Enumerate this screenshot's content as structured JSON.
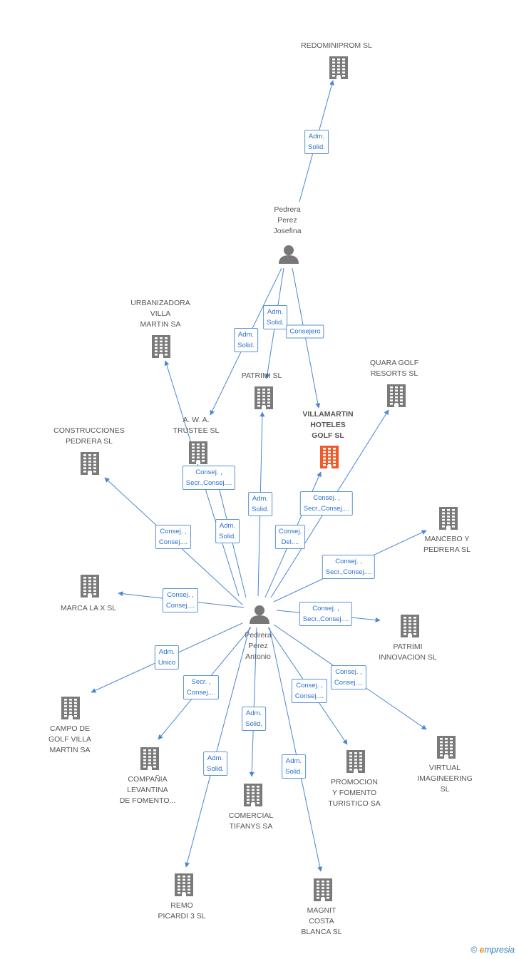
{
  "colors": {
    "edge": "#4a86d4",
    "building": "#7a7a7a",
    "highlight": "#f15a29",
    "person": "#777777"
  },
  "nodes": [
    {
      "id": "redominiprom",
      "type": "company",
      "label": "REDOMINIPROM SL"
    },
    {
      "id": "josefina",
      "type": "person",
      "label": "Pedrera\nPerez\nJosefina"
    },
    {
      "id": "urbanizadora",
      "type": "company",
      "label": "URBANIZADORA\nVILLA\nMARTIN SA"
    },
    {
      "id": "patrimi",
      "type": "company",
      "label": "PATRIMI SL"
    },
    {
      "id": "quara",
      "type": "company",
      "label": "QUARA GOLF\nRESORTS SL"
    },
    {
      "id": "villamartin",
      "type": "company",
      "highlight": true,
      "label": "VILLAMARTIN\nHOTELES\nGOLF SL"
    },
    {
      "id": "awa",
      "type": "company",
      "label": "A. W. A.\nTRUSTEE SL"
    },
    {
      "id": "construcciones",
      "type": "company",
      "label": "CONSTRUCCIONES\nPEDRERA SL"
    },
    {
      "id": "mancebo",
      "type": "company",
      "label": "MANCEBO Y\nPEDRERA  SL"
    },
    {
      "id": "marca",
      "type": "company",
      "label": "MARCA LA X  SL"
    },
    {
      "id": "antonio",
      "type": "person",
      "label": "Pedrera\nPerez\nAntonio"
    },
    {
      "id": "patrimi_innov",
      "type": "company",
      "label": "PATRIMI\nINNOVACION  SL"
    },
    {
      "id": "campo",
      "type": "company",
      "label": "CAMPO DE\nGOLF VILLA\nMARTIN SA"
    },
    {
      "id": "virtual",
      "type": "company",
      "label": "VIRTUAL\nIMAGINEERING\nSL"
    },
    {
      "id": "compania",
      "type": "company",
      "label": "COMPAÑIA\nLEVANTINA\nDE FOMENTO..."
    },
    {
      "id": "promocion",
      "type": "company",
      "label": "PROMOCION\nY FOMENTO\nTURISTICO SA"
    },
    {
      "id": "comercial",
      "type": "company",
      "label": "COMERCIAL\nTIFANYS SA"
    },
    {
      "id": "remo",
      "type": "company",
      "label": "REMO\nPICARDI 3  SL"
    },
    {
      "id": "magnit",
      "type": "company",
      "label": "MAGNIT\nCOSTA\nBLANCA SL"
    }
  ],
  "edges": [
    {
      "from": "josefina",
      "to": "redominiprom",
      "label": "Adm.\nSolid."
    },
    {
      "from": "josefina",
      "to": "patrimi",
      "label": "Adm.\nSolid."
    },
    {
      "from": "josefina",
      "to": "awa",
      "label": "Adm.\nSolid."
    },
    {
      "from": "josefina",
      "to": "villamartin",
      "label": "Consejero"
    },
    {
      "from": "antonio",
      "to": "urbanizadora",
      "label": "Consej. ,\nSecr.,Consej...."
    },
    {
      "from": "antonio",
      "to": "awa",
      "label": "Adm.\nSolid."
    },
    {
      "from": "antonio",
      "to": "patrimi",
      "label": "Adm.\nSolid."
    },
    {
      "from": "antonio",
      "to": "villamartin",
      "label": "Consej. ,\nSecr.,Consej...."
    },
    {
      "from": "antonio",
      "to": "quara",
      "label": "Consej.\nDel...."
    },
    {
      "from": "antonio",
      "to": "construcciones",
      "label": "Consej. ,\nConsej...."
    },
    {
      "from": "antonio",
      "to": "mancebo",
      "label": "Consej. ,\nSecr.,Consej...."
    },
    {
      "from": "antonio",
      "to": "marca",
      "label": "Consej. ,\nConsej...."
    },
    {
      "from": "antonio",
      "to": "patrimi_innov",
      "label": "Consej. ,\nSecr.,Consej...."
    },
    {
      "from": "antonio",
      "to": "campo",
      "label": "Adm.\nUnico"
    },
    {
      "from": "antonio",
      "to": "virtual",
      "label": "Consej. ,\nConsej...."
    },
    {
      "from": "antonio",
      "to": "compania",
      "label": "Secr. ,\nConsej...."
    },
    {
      "from": "antonio",
      "to": "promocion",
      "label": "Consej. ,\nConsej...."
    },
    {
      "from": "antonio",
      "to": "comercial",
      "label": "Adm.\nSolid."
    },
    {
      "from": "antonio",
      "to": "remo",
      "label": "Adm.\nSolid."
    },
    {
      "from": "antonio",
      "to": "magnit",
      "label": "Adm.\nSolid."
    }
  ],
  "footer": {
    "symbol": "©",
    "brand_initial": "e",
    "brand_rest": "mpresia"
  }
}
